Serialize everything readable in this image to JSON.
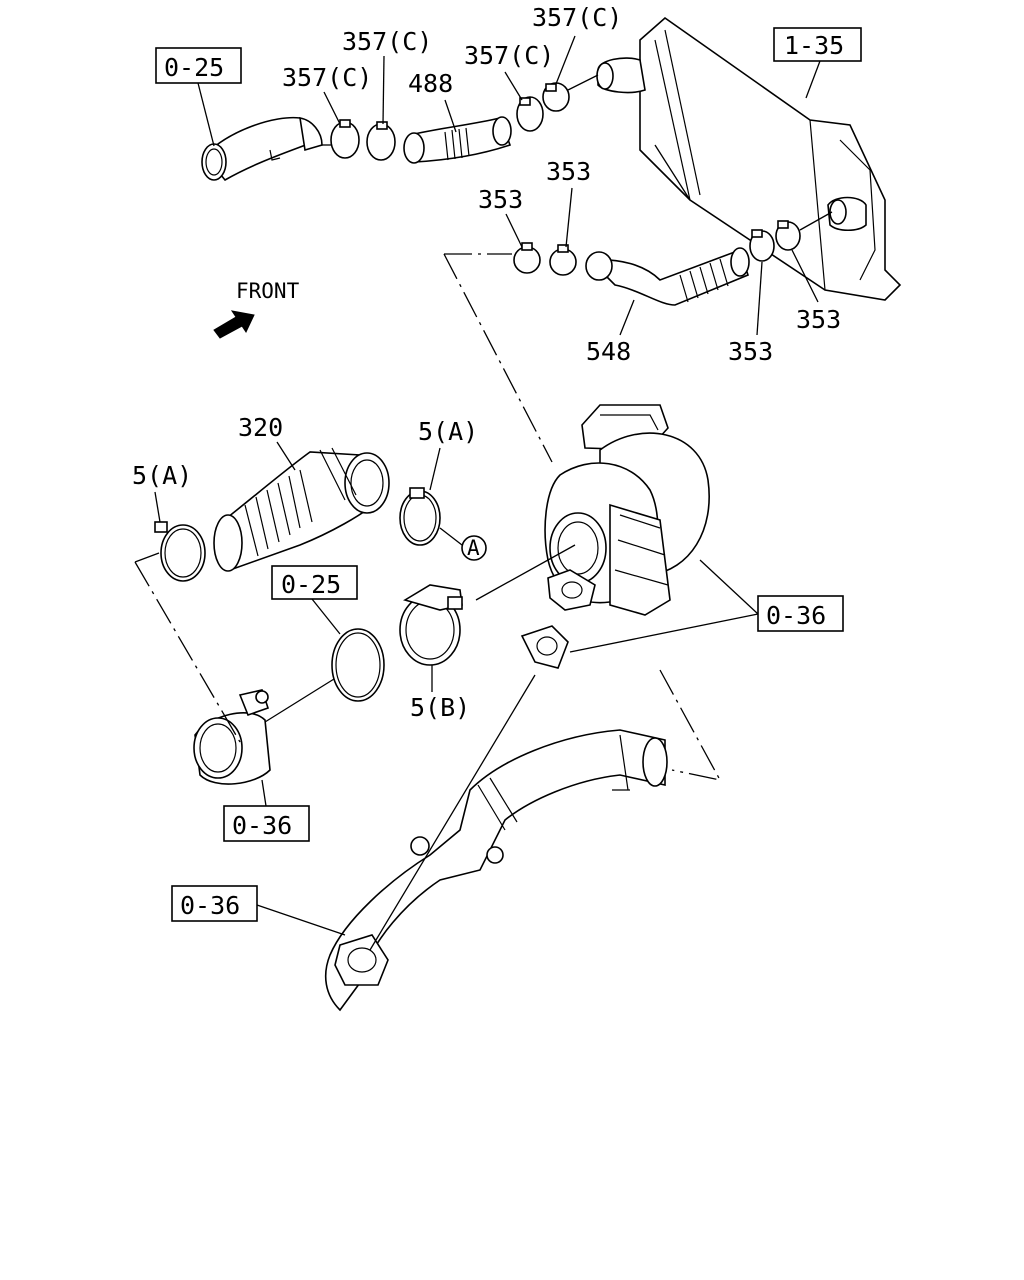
{
  "diagram": {
    "callout_labels": {
      "ref_0_25_top": "0-25",
      "ref_1_35": "1-35",
      "ref_0_25_mid": "0-25",
      "ref_0_36_right": "0-36",
      "ref_0_36_left": "0-36",
      "ref_0_36_bottom": "0-36"
    },
    "part_labels": {
      "clamp_357c_a": "357(C)",
      "clamp_357c_b": "357(C)",
      "clamp_357c_c": "357(C)",
      "clamp_357c_d": "357(C)",
      "hose_488": "488",
      "clamp_353_a": "353",
      "clamp_353_b": "353",
      "clamp_353_c": "353",
      "clamp_353_d": "353",
      "hose_548": "548",
      "hose_320": "320",
      "clamp_5a_left": "5(A)",
      "clamp_5a_right": "5(A)",
      "clamp_5b": "5(B)",
      "ref_circle_a": "A"
    },
    "front_label": "FRONT"
  }
}
